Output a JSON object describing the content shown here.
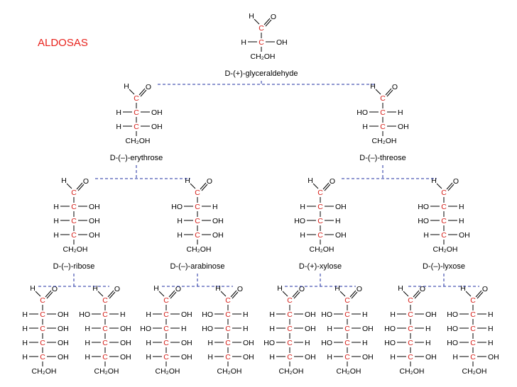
{
  "heading": "ALDOSAS",
  "atoms": {
    "hydrogen": "H",
    "carbon": "C",
    "oxygen": "O",
    "hydroxyl_right": "OH",
    "hydroxyl_left": "HO",
    "terminal": "CH₂OH"
  },
  "colors": {
    "carbon": "#d6201a",
    "heading": "#e8211b",
    "bonds": "#000000",
    "connectors": "#1f2fa0"
  },
  "sugars": [
    {
      "id": "glyceraldehyde",
      "name": "D-(+)-glyceraldehyde",
      "config": "R",
      "parent": null
    },
    {
      "id": "erythrose",
      "name": "D-(–)-erythrose",
      "config": "RR",
      "parent": "glyceraldehyde"
    },
    {
      "id": "threose",
      "name": "D-(–)-threose",
      "config": "LR",
      "parent": "glyceraldehyde"
    },
    {
      "id": "ribose",
      "name": "D-(–)-ribose",
      "config": "RRR",
      "parent": "erythrose"
    },
    {
      "id": "arabinose",
      "name": "D-(–)-arabinose",
      "config": "LRR",
      "parent": "erythrose"
    },
    {
      "id": "xylose",
      "name": "D-(+)-xylose",
      "config": "RLR",
      "parent": "threose"
    },
    {
      "id": "lyxose",
      "name": "D-(–)-lyxose",
      "config": "LLR",
      "parent": "threose"
    },
    {
      "id": "hexose-1",
      "name": "",
      "config": "RRRR",
      "parent": "ribose"
    },
    {
      "id": "hexose-2",
      "name": "",
      "config": "LRRR",
      "parent": "ribose"
    },
    {
      "id": "hexose-3",
      "name": "",
      "config": "RLRR",
      "parent": "arabinose"
    },
    {
      "id": "hexose-4",
      "name": "",
      "config": "LLRR",
      "parent": "arabinose"
    },
    {
      "id": "hexose-5",
      "name": "",
      "config": "RRLR",
      "parent": "xylose"
    },
    {
      "id": "hexose-6",
      "name": "",
      "config": "LRLR",
      "parent": "xylose"
    },
    {
      "id": "hexose-7",
      "name": "",
      "config": "RLLR",
      "parent": "lyxose"
    },
    {
      "id": "hexose-8",
      "name": "",
      "config": "LLLR",
      "parent": "lyxose"
    }
  ]
}
